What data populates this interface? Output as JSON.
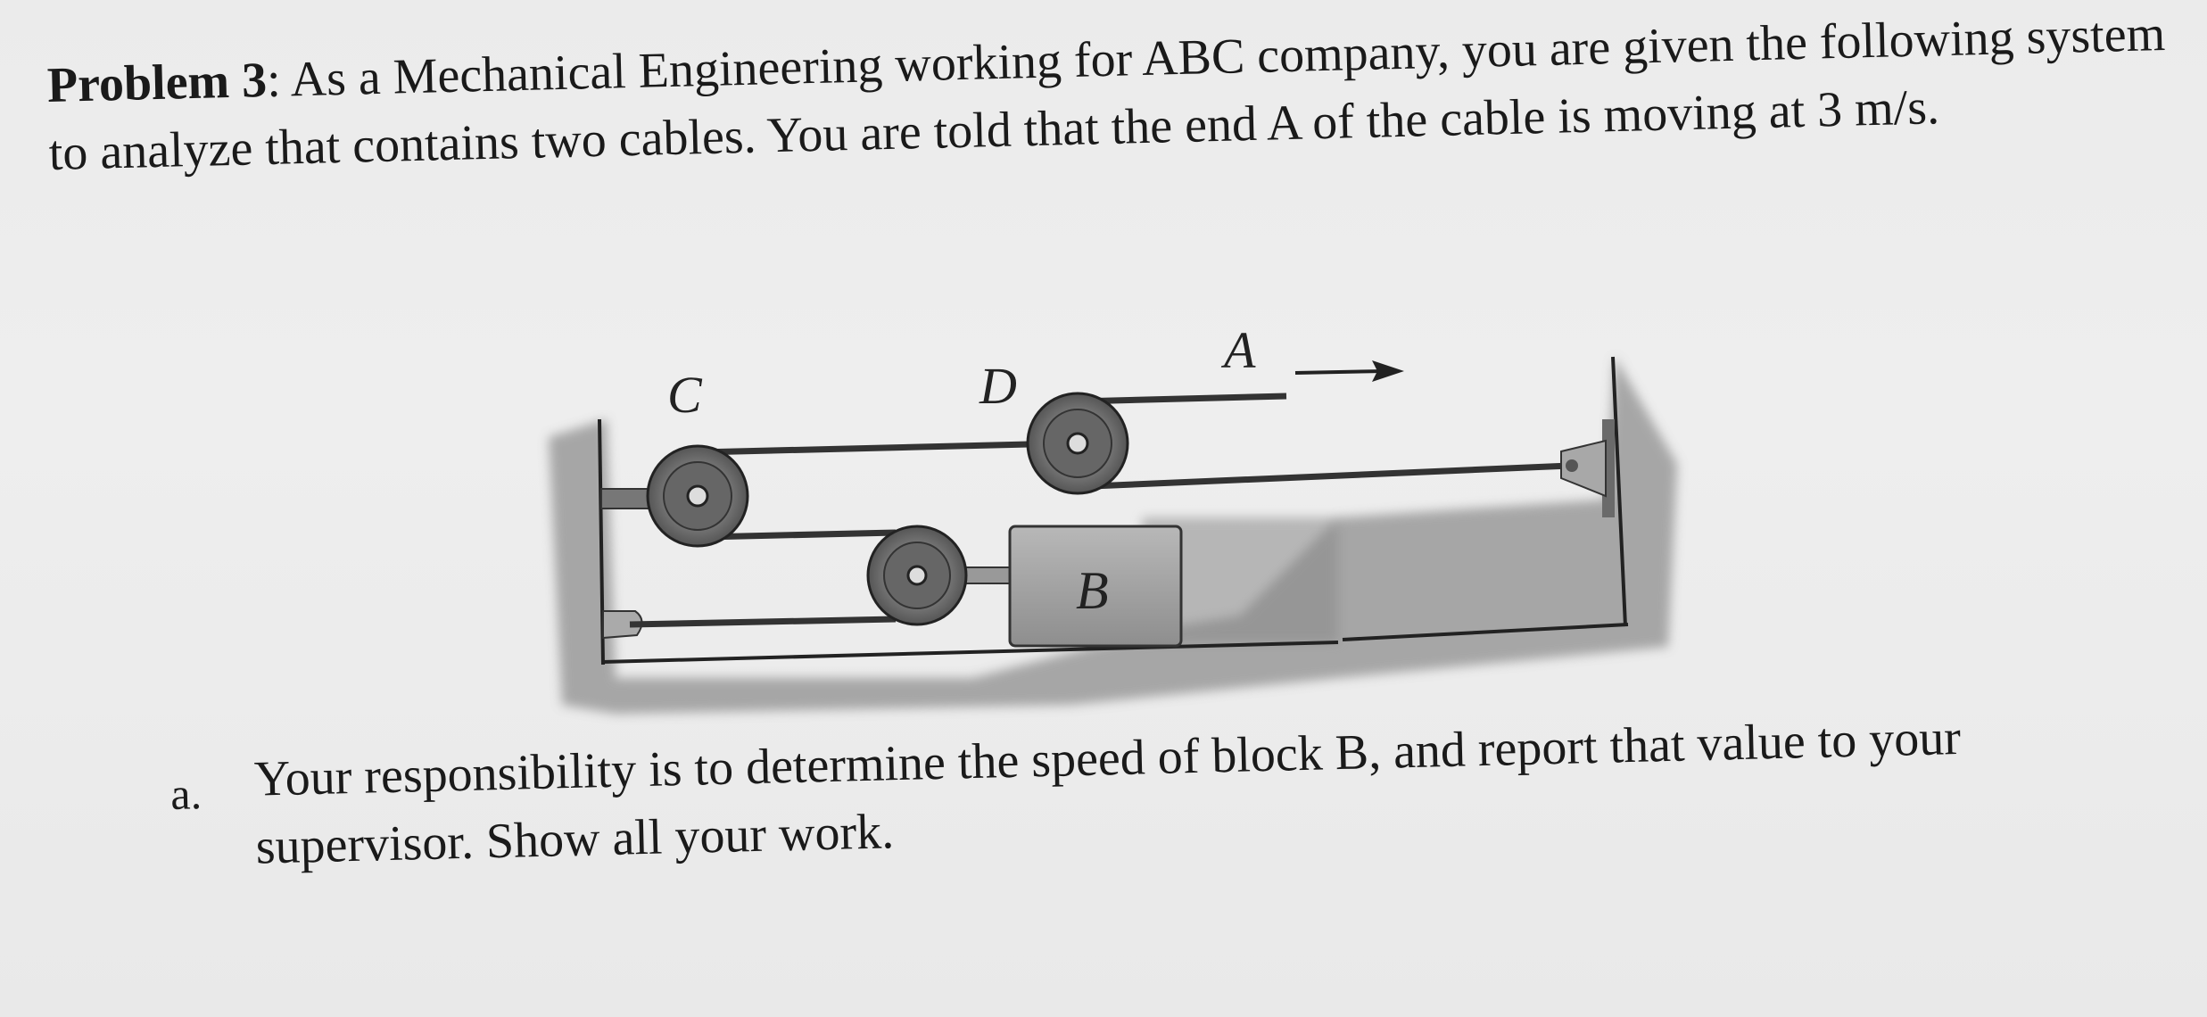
{
  "problem": {
    "heading": "Problem 3",
    "heading_suffix": ":",
    "body": " As a Mechanical Engineering working for ABC company, you are given the following system to analyze that contains two cables. You are told that the end A of the cable is moving at 3 m/s."
  },
  "figure": {
    "label_a": "A",
    "label_b": "B",
    "label_c": "C",
    "label_d": "D"
  },
  "part_a": {
    "marker": "a.",
    "text": "Your responsibility is to determine the speed of block B, and report that value to your supervisor. Show all your work."
  }
}
